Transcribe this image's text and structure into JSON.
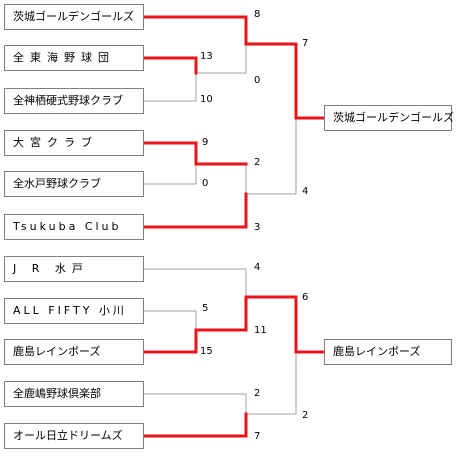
{
  "colors": {
    "winner_line": "#e8161b",
    "loser_line": "#a0a0a0",
    "box_border": "#808080"
  },
  "teams": [
    {
      "name": "茨城ゴールデンゴールズ"
    },
    {
      "name": "全東海野球団"
    },
    {
      "name": "全神栖硬式野球クラブ"
    },
    {
      "name": "大宮クラブ"
    },
    {
      "name": "全水戸野球クラブ"
    },
    {
      "name": "Tsukuba Club"
    },
    {
      "name": "J R 水戸"
    },
    {
      "name": "ALL FIFTY 小川"
    },
    {
      "name": "鹿島レインボーズ"
    },
    {
      "name": "全鹿嶋野球倶楽部"
    },
    {
      "name": "オール日立ドリームズ"
    }
  ],
  "champions": [
    {
      "name": "茨城ゴールデンゴールズ"
    },
    {
      "name": "鹿島レインボーズ"
    }
  ],
  "scores": {
    "s8": "8",
    "s7": "7",
    "s13": "13",
    "s0a": "0",
    "s10": "10",
    "s9": "9",
    "s2a": "2",
    "s0b": "0",
    "s4a": "4",
    "s3": "3",
    "s4b": "4",
    "s6": "6",
    "s5": "5",
    "s11": "11",
    "s15": "15",
    "s2b": "2",
    "s2c": "2",
    "s7b": "7"
  }
}
